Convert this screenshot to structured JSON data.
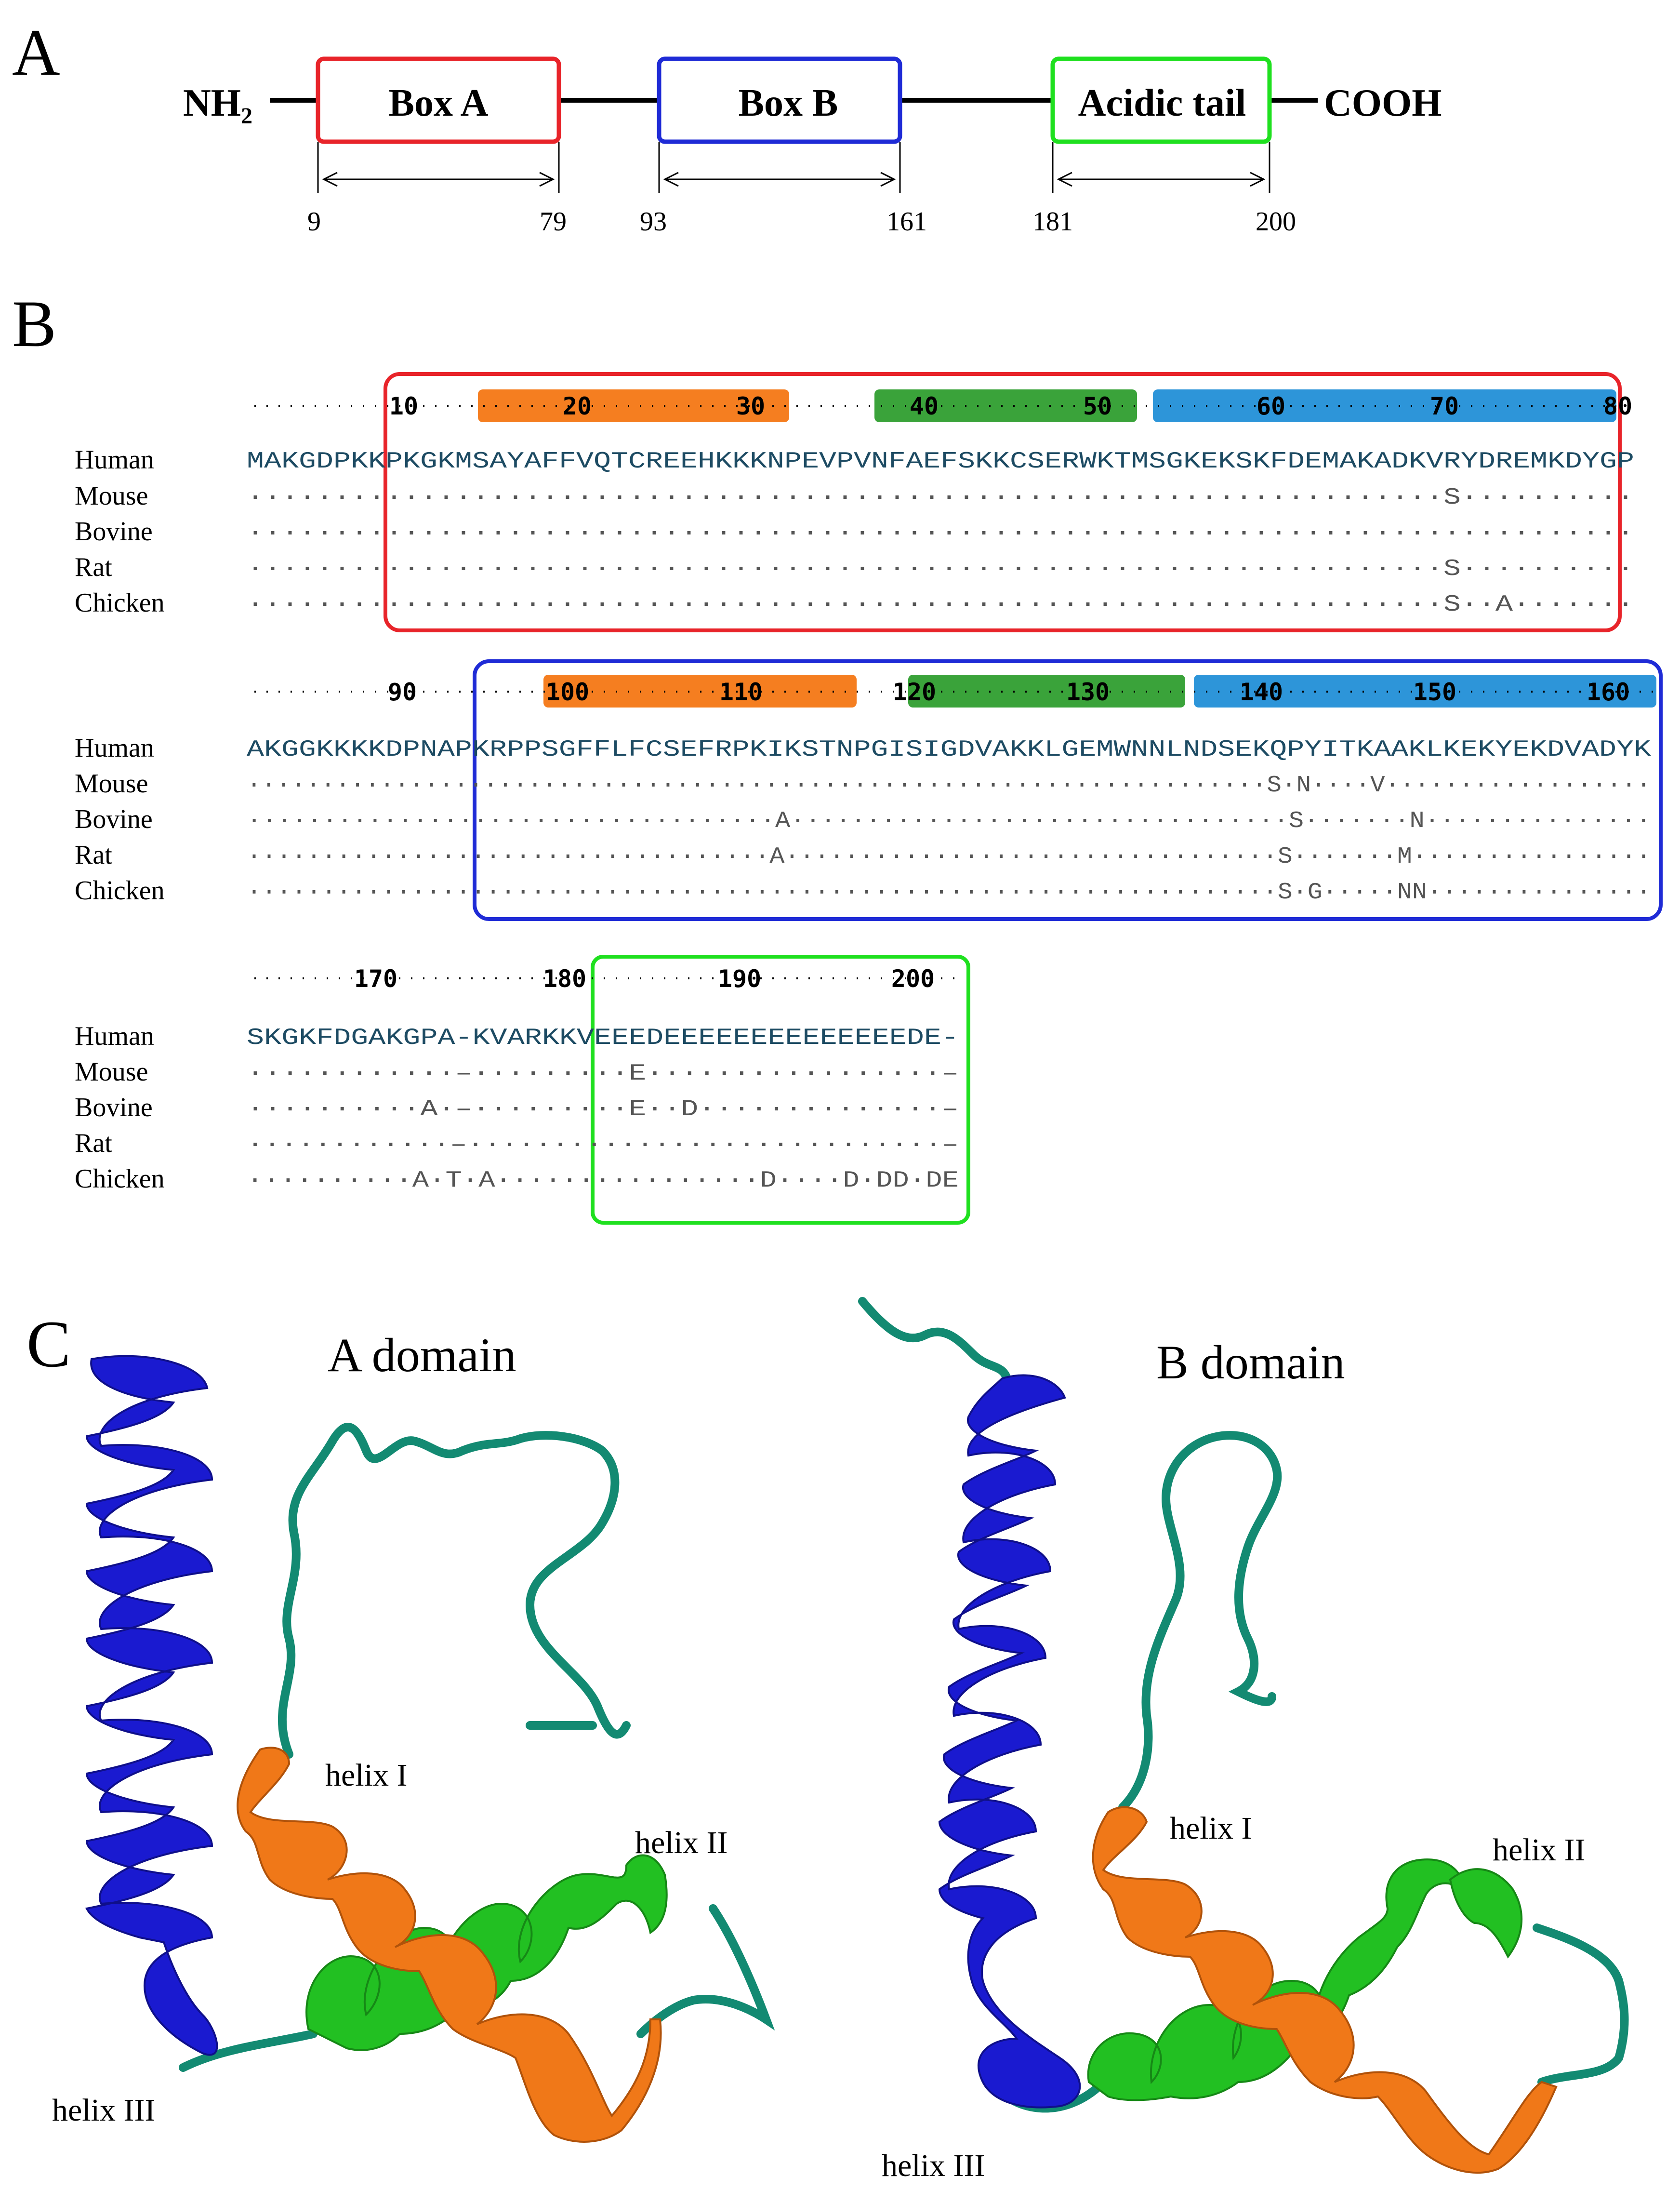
{
  "panels": {
    "a": "A",
    "b": "B",
    "c": "C"
  },
  "panel_a": {
    "n_term": "NH₂",
    "c_term": "COOH",
    "boxes": [
      {
        "label": "Box A",
        "color": "#e8242a",
        "start": "9",
        "end": "79"
      },
      {
        "label": "Box B",
        "color": "#1f2bd6",
        "start": "93",
        "end": "161"
      },
      {
        "label": "Acidic tail",
        "color": "#1fe01f",
        "start": "181",
        "end": "200"
      }
    ]
  },
  "panel_b": {
    "species": [
      "Human",
      "Mouse",
      "Bovine",
      "Rat",
      "Chicken"
    ],
    "helix_colors": {
      "helix1": "#f57e20",
      "helix2": "#3aa33a",
      "helix3": "#2d95d9"
    },
    "blocks": [
      {
        "ruler": [
          "10",
          "20",
          "30",
          "40",
          "50",
          "60",
          "70",
          "80"
        ],
        "rows": [
          "MAKGDPKKPKGKMSAYAFFVQTCREEHKKKNPEVPVNFAEFSKKCSERWKTMSGKEKSKFDEMAKADKVRYDREMKDYGP",
          "·····································································S··········",
          "················································································",
          "·····································································S··········",
          "·····································································S··A·······"
        ]
      },
      {
        "ruler": [
          "90",
          "100",
          "110",
          "120",
          "130",
          "140",
          "150",
          "160"
        ],
        "rows": [
          "AKGGKKKKDPNAPKRPPSGFFLFCSEFRPKIKSTNPGISIGDVAKKLGEMWNNLNDSEKQPYITKAAKLKEKYEKDVADYK",
          "·····································································S·N····V··················",
          "···································A·································S·······N···············",
          "···································A·································S·······M················",
          "·····································································S·G·····NN···············"
        ]
      },
      {
        "ruler": [
          "170",
          "180",
          "190",
          "200"
        ],
        "rows": [
          "SKGKFDGAKGPA-KVARKKVEEEDEEEEEEEEEEEEEEDE-",
          "············–·········E·················–",
          "··········A·–·········E··D··············–",
          "············–····························–",
          "··········A·T·A················D····D·DD·DE"
        ]
      }
    ]
  },
  "panel_c": {
    "domains": [
      {
        "title": "A domain",
        "helices": [
          "helix I",
          "helix II",
          "helix III"
        ]
      },
      {
        "title": "B domain",
        "helices": [
          "helix I",
          "helix II",
          "helix III"
        ]
      }
    ],
    "colors": {
      "helix1": "#f07818",
      "helix2": "#22c022",
      "helix3": "#1a1ad0",
      "loop": "#138a72"
    }
  }
}
